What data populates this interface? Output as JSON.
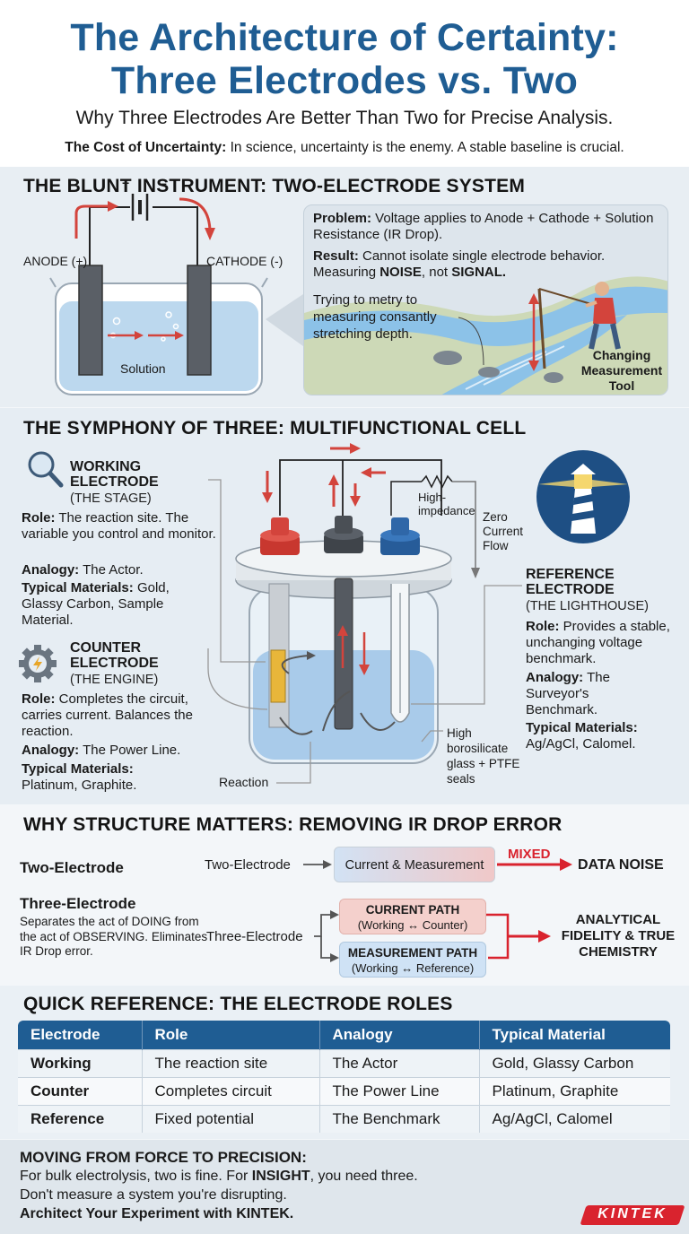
{
  "header": {
    "title_line1": "The Architecture of Certainty:",
    "title_line2": "Three Electrodes vs. Two",
    "subtitle": "Why Three Electrodes Are Better Than Two for Precise Analysis.",
    "cost_label": "The Cost of Uncertainty:",
    "cost_text": " In science, uncertainty is the enemy. A stable baseline is crucial."
  },
  "two_electrode": {
    "heading": "THE BLUNT INSTRUMENT: TWO-ELECTRODE SYSTEM",
    "anode_label": "ANODE (+)",
    "cathode_label": "CATHODE (-)",
    "plus": "+",
    "minus": "–",
    "solution_label": "Solution",
    "problem_label": "Problem:",
    "problem_text": " Voltage applies to Anode + Cathode + Solution Resistance (IR Drop).",
    "result_label": "Result:",
    "result_text": " Cannot isolate single electrode behavior. Measuring ",
    "noise": "NOISE",
    "not_text": ", not ",
    "signal": "SIGNAL.",
    "river_caption": "Trying to metry to measuring consantly stretching depth.",
    "tool_caption": "Changing Measurement Tool"
  },
  "three_electrode": {
    "heading": "THE SYMPHONY OF THREE: MULTIFUNCTIONAL CELL",
    "working": {
      "title": "WORKING ELECTRODE",
      "subtitle": "(THE STAGE)",
      "role_label": "Role:",
      "role_text": " The reaction site. The variable you control and monitor.",
      "analogy_label": "Analogy:",
      "analogy_text": " The Actor.",
      "materials_label": "Typical Materials:",
      "materials_text": " Gold, Glassy Carbon, Sample Material."
    },
    "counter": {
      "title": "COUNTER ELECTRODE",
      "subtitle": "(THE ENGINE)",
      "role_label": "Role:",
      "role_text": " Completes the circuit, carries current. Balances the reaction.",
      "analogy_label": "Analogy:",
      "analogy_text": " The Power Line.",
      "materials_label": "Typical Materials:",
      "materials_text": "Platinum, Graphite."
    },
    "reference": {
      "title": "REFERENCE ELECTRODE",
      "subtitle": "(THE LIGHTHOUSE)",
      "role_label": "Role:",
      "role_text": " Provides a stable, unchanging voltage benchmark.",
      "analogy_label": "Analogy:",
      "analogy_text": " The Surveyor's Benchmark.",
      "materials_label": "Typical Materials:",
      "materials_text": "Ag/AgCl, Calomel."
    },
    "high_impedance": "High-impedance",
    "zero_current": "Zero Current Flow",
    "glass_note": "High borosilicate glass + PTFE seals",
    "reaction": "Reaction"
  },
  "structure": {
    "heading": "WHY STRUCTURE MATTERS: REMOVING IR DROP ERROR",
    "two_label": "Two-Electrode",
    "two_flow_start": "Two-Electrode",
    "two_box": "Current & Measurement",
    "mixed": "MIXED",
    "data_noise": "DATA NOISE",
    "three_label": "Three-Electrode",
    "three_desc": "Separates the act of DOING from the act of OBSERVING. Eliminates IR Drop error.",
    "three_flow_start": "Three-Electrode",
    "current_path": "CURRENT PATH",
    "current_path_sub": "(Working ↔ Counter)",
    "measurement_path": "MEASUREMENT PATH",
    "measurement_path_sub": "(Working ↔ Reference)",
    "result": "ANALYTICAL FIDELITY & TRUE CHEMISTRY"
  },
  "quick_ref": {
    "heading": "QUICK REFERENCE: THE ELECTRODE ROLES",
    "columns": [
      "Electrode",
      "Role",
      "Analogy",
      "Typical Material"
    ],
    "rows": [
      [
        "Working",
        "The reaction site",
        "The Actor",
        "Gold, Glassy Carbon"
      ],
      [
        "Counter",
        "Completes circuit",
        "The Power Line",
        "Platinum, Graphite"
      ],
      [
        "Reference",
        "Fixed potential",
        "The Benchmark",
        "Ag/AgCl, Calomel"
      ]
    ]
  },
  "footer": {
    "heading": "MOVING FROM FORCE TO PRECISION:",
    "line1_a": "For bulk electrolysis, two is fine. For ",
    "line1_b": "INSIGHT",
    "line1_c": ", you need three.",
    "line2": "Don't measure a system you're disrupting.",
    "line3": "Architect Your Experiment with KINTEK.",
    "brand": "KINTEK"
  },
  "colors": {
    "title_blue": "#1f5d93",
    "accent_red": "#d9232e",
    "working_red": "#d3443c",
    "counter_gray": "#4a4f55",
    "reference_blue": "#2f67a8"
  }
}
